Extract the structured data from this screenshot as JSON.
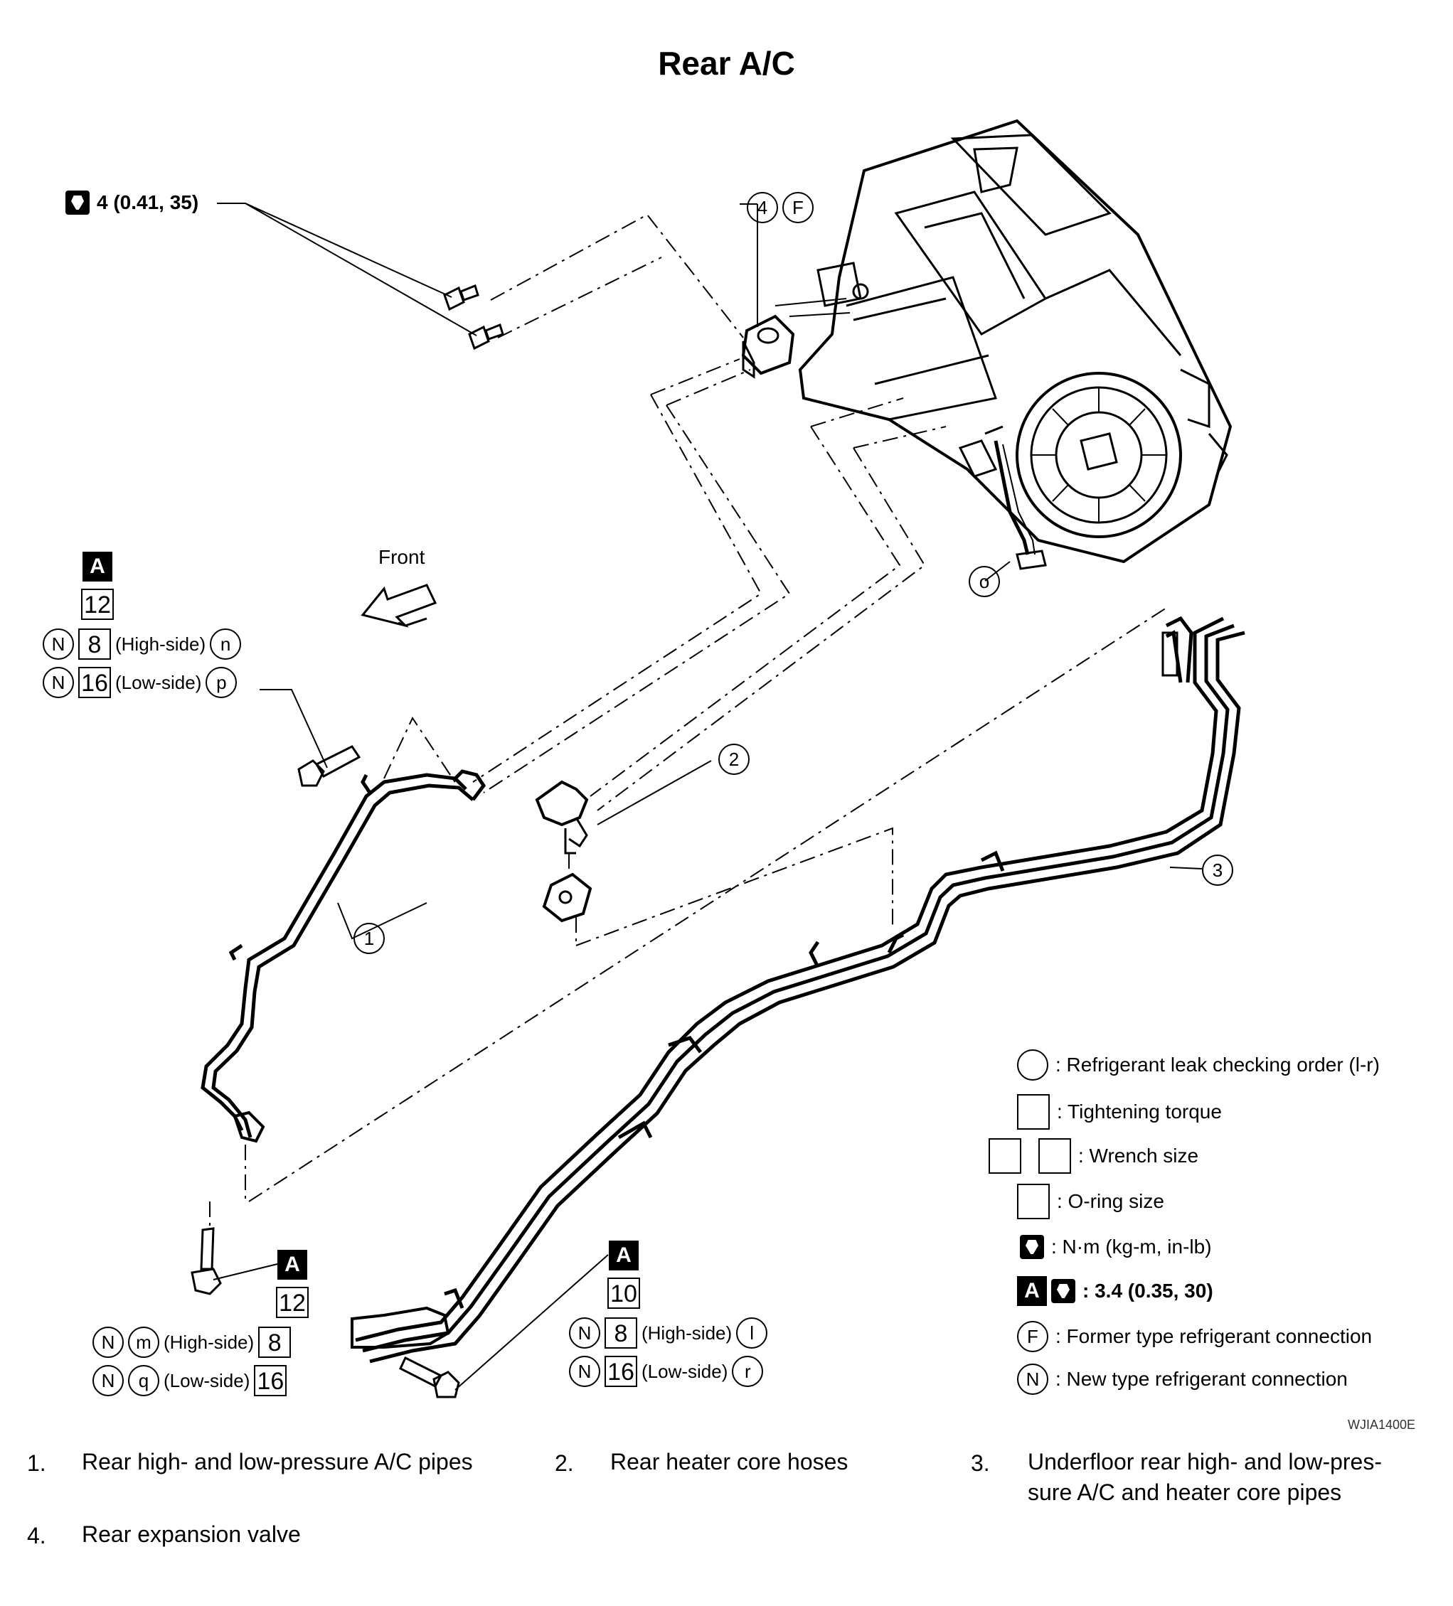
{
  "title": "Rear A/C",
  "callouts": {
    "torque_top": "4 (0.41, 35)",
    "front": "Front",
    "part1": "1",
    "part2": "2",
    "part3": "3",
    "part4": "4",
    "former": "F",
    "o": "o",
    "upper_left": {
      "box": "A",
      "size": "12",
      "n1": "N",
      "size_hi": "8",
      "hi": "(High-side)",
      "letter_hi": "n",
      "n2": "N",
      "size_lo": "16",
      "lo": "(Low-side)",
      "letter_lo": "p"
    },
    "lower_left": {
      "box": "A",
      "size": "12",
      "n1": "N",
      "letter_hi": "m",
      "hi": "(High-side)",
      "size_hi": "8",
      "n2": "N",
      "letter_lo": "q",
      "lo": "(Low-side)",
      "size_lo": "16"
    },
    "lower_mid": {
      "box": "A",
      "size": "10",
      "n1": "N",
      "size_hi": "8",
      "hi": "(High-side)",
      "letter_hi": "l",
      "n2": "N",
      "size_lo": "16",
      "lo": "(Low-side)",
      "letter_lo": "r"
    }
  },
  "legend": {
    "leak": ": Refrigerant leak checking order (l-r)",
    "torque": ": Tightening torque",
    "wrench": ": Wrench size",
    "oring": ": O-ring size",
    "unit": ": N·m (kg-m, in-lb)",
    "a_box": "A",
    "a_value": ": 3.4 (0.35, 30)",
    "f_symbol": "F",
    "f_text": ": Former type refrigerant connection",
    "n_symbol": "N",
    "n_text": ": New type refrigerant connection"
  },
  "figure_code": "WJIA1400E",
  "captions": [
    {
      "num": "1.",
      "text": "Rear high- and low-pressure A/C pipes"
    },
    {
      "num": "2.",
      "text": "Rear heater core hoses"
    },
    {
      "num": "3.",
      "text": "Underfloor rear high- and low-pres-sure A/C and heater core pipes"
    },
    {
      "num": "4.",
      "text": "Rear expansion valve"
    }
  ]
}
